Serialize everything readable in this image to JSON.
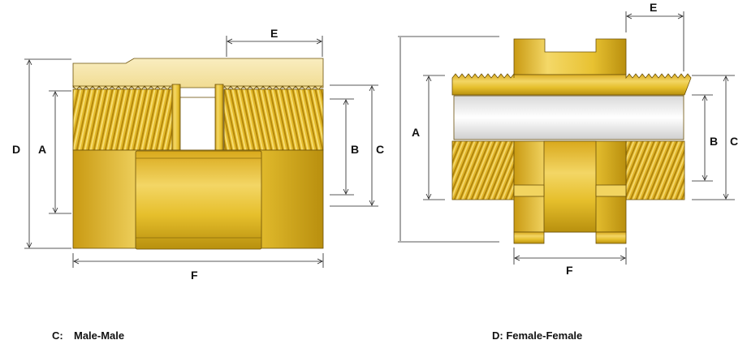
{
  "diagram": {
    "left": {
      "labels": {
        "A": "A",
        "B": "B",
        "C": "C",
        "D": "D",
        "E": "E",
        "F": "F"
      },
      "caption_code": "C:",
      "caption_text": "Male-Male"
    },
    "right": {
      "labels": {
        "A": "A",
        "B": "B",
        "C": "C",
        "E": "E",
        "F": "F"
      },
      "caption_text": "D: Female-Female"
    },
    "colors": {
      "brass": "#e7c12c",
      "brass_dark": "#b68c0e",
      "brass_light": "#f6df7a",
      "cream": "#f7e7ad",
      "outline": "#6b5008",
      "dim_line": "#222222"
    }
  }
}
